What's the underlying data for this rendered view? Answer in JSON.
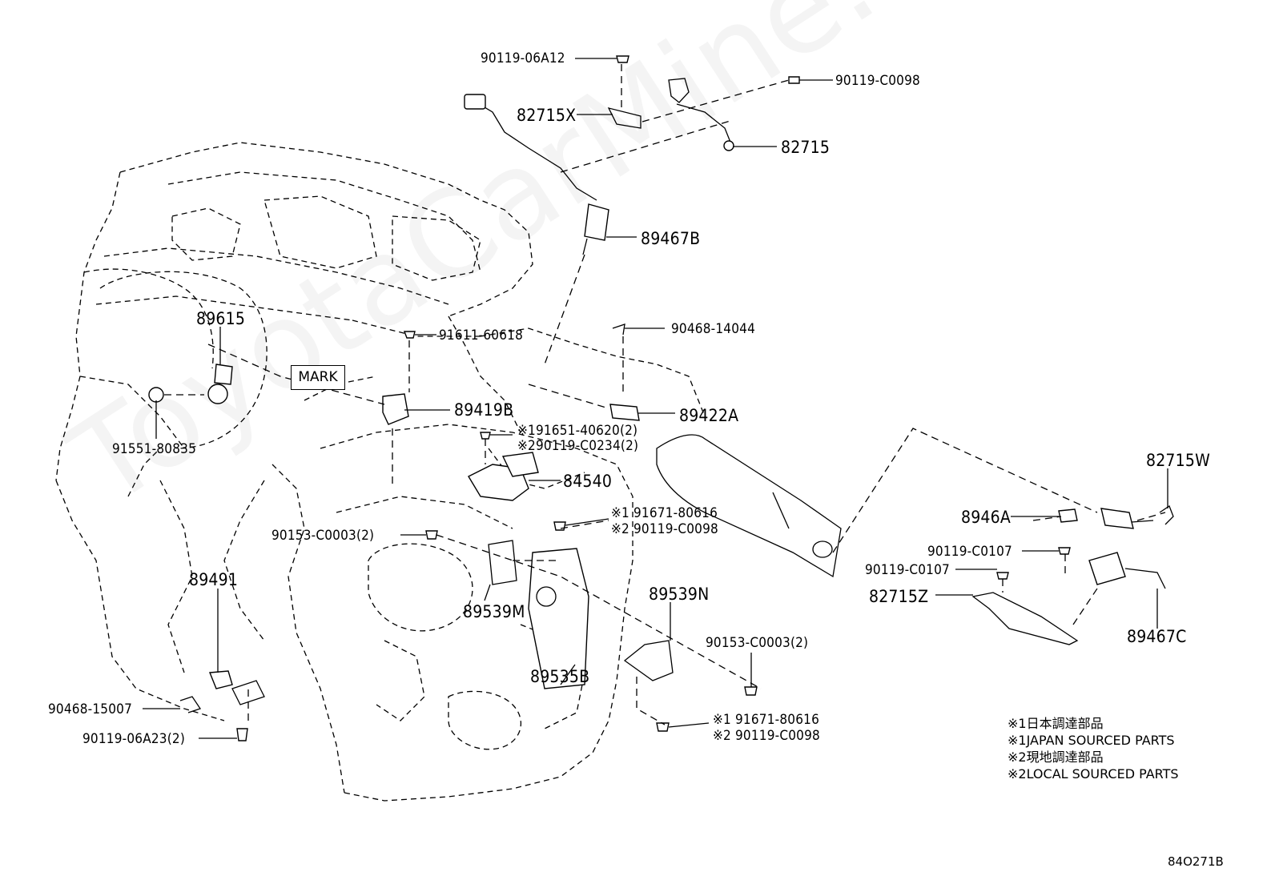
{
  "watermark": "ToyotaCarMine.ru",
  "diagram_code": "84O271B",
  "mark_label": "MARK",
  "legend": [
    "※1日本調達部品",
    "※1JAPAN SOURCED PARTS",
    "※2現地調達部品",
    "※2LOCAL SOURCED PARTS"
  ],
  "parts": {
    "p90119_06A12": "90119-06A12",
    "p90119_C0098_top": "90119-C0098",
    "p82715X": "82715X",
    "p82715": "82715",
    "p89467B": "89467B",
    "p89615": "89615",
    "p91611_60618": "91611-60618",
    "p90468_14044": "90468-14044",
    "p89419B": "89419B",
    "p89422A": "89422A",
    "p91551_80835": "91551-80835",
    "p91651_40620": "※191651-40620(2)",
    "p90119_C0234": "※290119-C0234(2)",
    "p84540": "84540",
    "p82715W": "82715W",
    "p91671_80616_a": "※1 91671-80616",
    "p90119_C0098_a": "※2 90119-C0098",
    "p90153_C0003_a": "90153-C0003(2)",
    "p8946A": "8946A",
    "p90119_C0107_a": "90119-C0107",
    "p90119_C0107_b": "90119-C0107",
    "p89491": "89491",
    "p89539M": "89539M",
    "p89539N": "89539N",
    "p82715Z": "82715Z",
    "p89467C": "89467C",
    "p90153_C0003_b": "90153-C0003(2)",
    "p89535B": "89535B",
    "p90468_15007": "90468-15007",
    "p90119_06A23": "90119-06A23(2)",
    "p91671_80616_b": "※1 91671-80616",
    "p90119_C0098_b": "※2 90119-C0098"
  }
}
